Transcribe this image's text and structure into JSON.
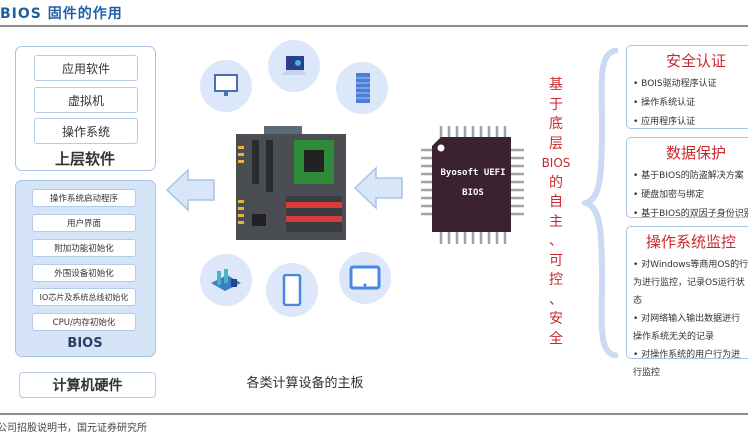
{
  "title": "BIOS 固件的作用",
  "stack": {
    "upper": {
      "items": [
        "应用软件",
        "虚拟机",
        "操作系统"
      ],
      "label": "上层软件"
    },
    "bios": {
      "items": [
        "操作系统启动程序",
        "用户界面",
        "附加功能初始化",
        "外围设备初始化",
        "IO芯片及系统总线初始化",
        "CPU/内存初始化"
      ],
      "label": "BIOS"
    },
    "hardware": "计算机硬件"
  },
  "center": {
    "caption": "各类计算设备的主板",
    "chip_line1": "Byosoft UEFI",
    "chip_line2": "BIOS"
  },
  "vertical_text": [
    "基",
    "于",
    "底",
    "层",
    "BIOS",
    "的",
    "自",
    "主",
    "、",
    "可",
    "控",
    "、",
    "安",
    "全"
  ],
  "panels": [
    {
      "title": "安全认证",
      "items": [
        "BOIS驱动程序认证",
        "操作系统认证",
        "应用程序认证"
      ]
    },
    {
      "title": "数据保护",
      "items": [
        "基于BIOS的防盗解决方案",
        "硬盘加密与绑定",
        "基于BIOS的双因子身份识别"
      ]
    },
    {
      "title": "操作系统监控",
      "items": [
        "对Windows等商用OS的行为进行监控，记录OS运行状态",
        "对网络输入输出数据进行操作系统无关的记录",
        "对操作系统的用户行为进行监控"
      ]
    }
  ],
  "source": "公司招股说明书，国元证券研究所"
}
